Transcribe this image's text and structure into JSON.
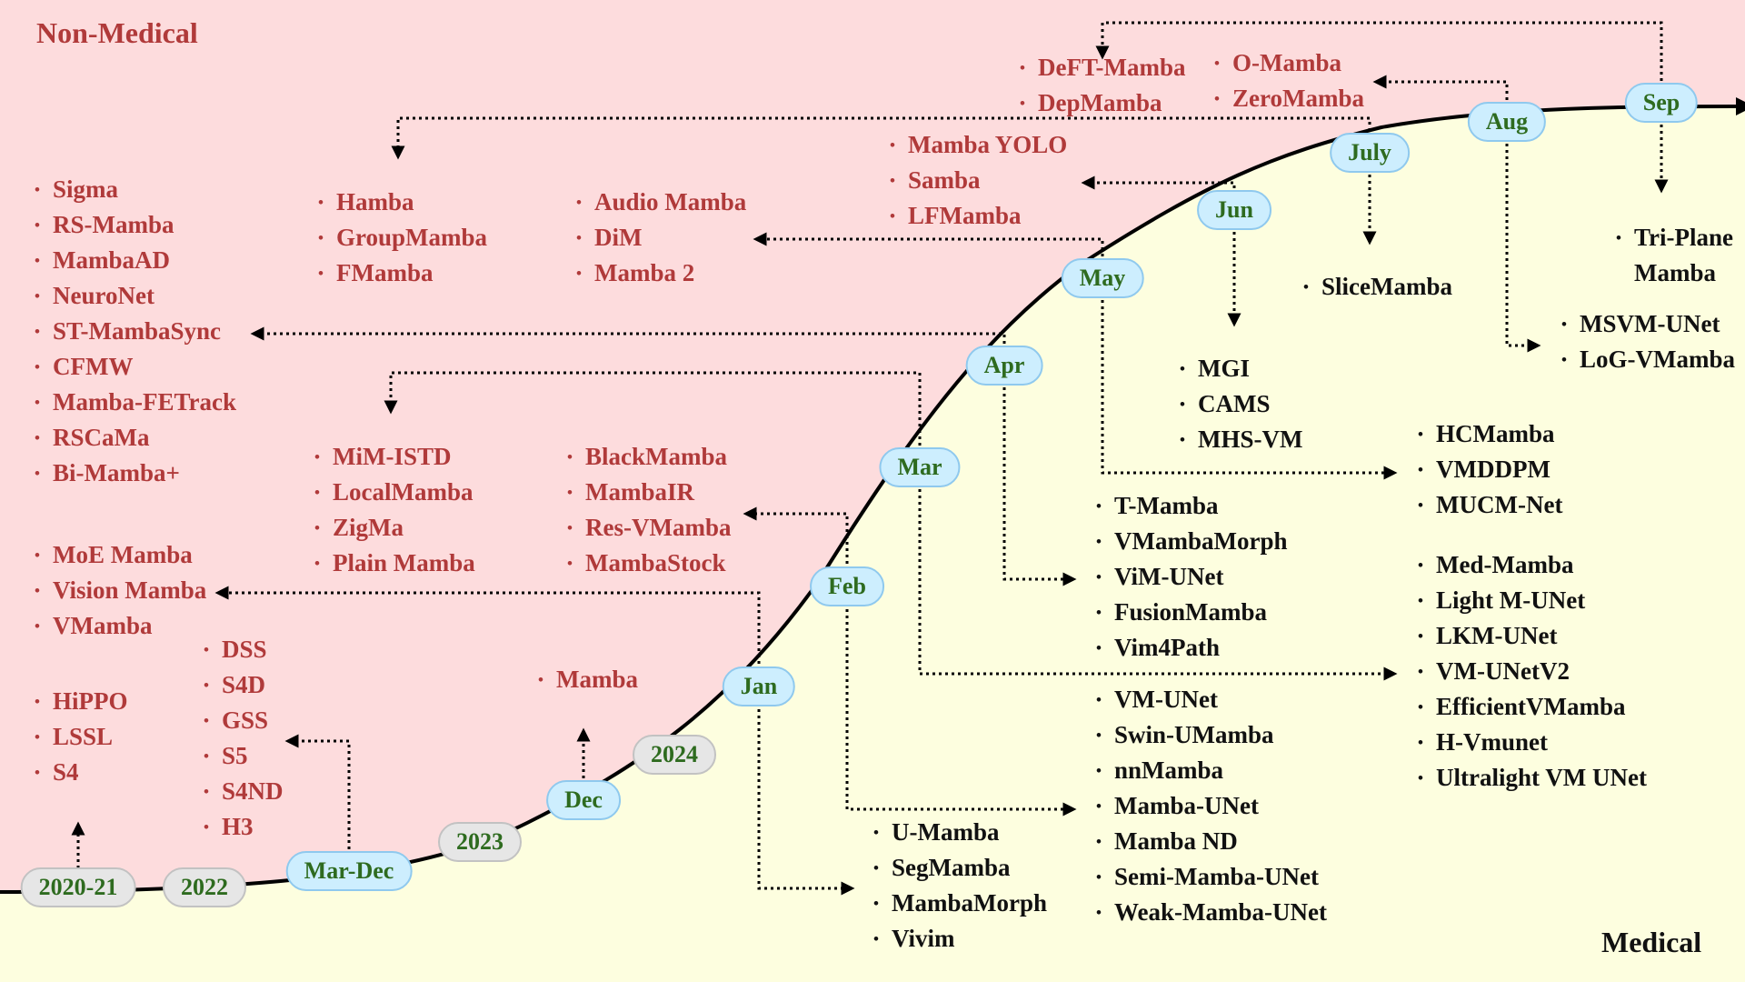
{
  "regions": {
    "non_medical": "Non-Medical",
    "medical": "Medical"
  },
  "colors": {
    "non_medical_bg": "#fddcdd",
    "medical_bg": "#fdfedf",
    "non_medical_text": "#b03a3a",
    "medical_text": "#111111",
    "node_label": "#2e6b1f",
    "month_node_fill": "#cdeefe",
    "year_node_fill": "#e6e6e6"
  },
  "timeline": {
    "years": [
      "2020-21",
      "2022",
      "2023",
      "2024"
    ],
    "months": [
      "Mar-Dec",
      "Dec",
      "Jan",
      "Feb",
      "Mar",
      "Apr",
      "May",
      "Jun",
      "July",
      "Aug",
      "Sep"
    ]
  },
  "groups": {
    "nm_2020": [
      "HiPPO",
      "LSSL",
      "S4"
    ],
    "nm_2022": [
      "DSS",
      "S4D",
      "GSS",
      "S5",
      "S4ND",
      "H3"
    ],
    "nm_dec": [
      "Mamba"
    ],
    "nm_jan": [
      "MoE Mamba",
      "Vision Mamba",
      "VMamba"
    ],
    "nm_feb": [
      "BlackMamba",
      "MambaIR",
      "Res-VMamba",
      "MambaStock"
    ],
    "nm_mar": [
      "MiM-ISTD",
      "LocalMamba",
      "ZigMa",
      "Plain Mamba"
    ],
    "nm_apr": [
      "Sigma",
      "RS-Mamba",
      "MambaAD",
      "NeuroNet",
      "ST-MambaSync",
      "CFMW",
      "Mamba-FETrack",
      "RSCaMa",
      "Bi-Mamba+"
    ],
    "nm_may": [
      "Audio Mamba",
      "DiM",
      "Mamba 2"
    ],
    "nm_july": [
      "Hamba",
      "GroupMamba",
      "FMamba"
    ],
    "nm_jun": [
      "Mamba YOLO",
      "Samba",
      "LFMamba"
    ],
    "nm_sep": [
      "DeFT-Mamba",
      "DepMamba"
    ],
    "nm_aug": [
      "O-Mamba",
      "ZeroMamba"
    ],
    "med_jan": [
      "U-Mamba",
      "SegMamba",
      "MambaMorph",
      "Vivim"
    ],
    "med_feb": [
      "VM-UNet",
      "Swin-UMamba",
      "nnMamba",
      "Mamba-UNet",
      "Mamba ND",
      "Semi-Mamba-UNet",
      "Weak-Mamba-UNet"
    ],
    "med_apr": [
      "T-Mamba",
      "VMambaMorph",
      "ViM-UNet",
      "FusionMamba",
      "Vim4Path"
    ],
    "med_mar": [
      "Med-Mamba",
      "Light M-UNet",
      "LKM-UNet",
      "VM-UNetV2",
      "EfficientVMamba",
      "H-Vmunet",
      "Ultralight VM UNet"
    ],
    "med_may": [
      "HCMamba",
      "VMDDPM",
      "MUCM-Net"
    ],
    "med_jun": [
      "MGI",
      "CAMS",
      "MHS-VM"
    ],
    "med_july": [
      "SliceMamba"
    ],
    "med_aug": [
      "MSVM-UNet",
      "LoG-VMamba"
    ],
    "med_sep": [
      "Tri-Plane Mamba"
    ]
  }
}
